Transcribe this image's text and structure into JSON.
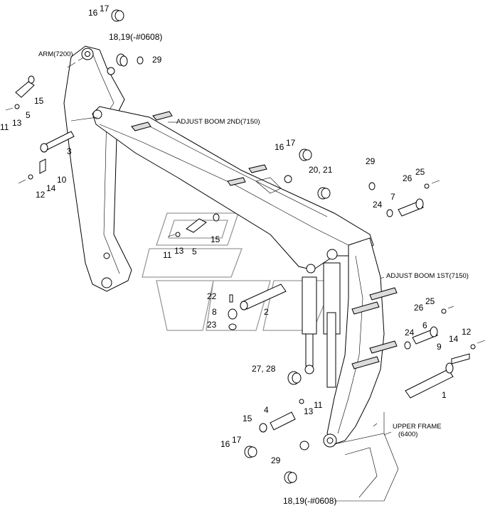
{
  "captions": {
    "arm": "ARM(7200)",
    "boom2": "ADJUST BOOM 2ND(7150)",
    "boom1": "ADJUST BOOM 1ST(7150)",
    "upper_frame_1": "UPPER FRAME",
    "upper_frame_2": "(6400)"
  },
  "callouts": [
    {
      "id": "c1",
      "text": "16"
    },
    {
      "id": "c2",
      "text": "17"
    },
    {
      "id": "c3",
      "text": "18,19(-#0608)"
    },
    {
      "id": "c4",
      "text": "29"
    },
    {
      "id": "c5",
      "text": "15"
    },
    {
      "id": "c6",
      "text": "5"
    },
    {
      "id": "c7",
      "text": "11"
    },
    {
      "id": "c8",
      "text": "13"
    },
    {
      "id": "c9",
      "text": "3"
    },
    {
      "id": "c10",
      "text": "10"
    },
    {
      "id": "c11",
      "text": "14"
    },
    {
      "id": "c12",
      "text": "12"
    },
    {
      "id": "c13",
      "text": "16"
    },
    {
      "id": "c14",
      "text": "17"
    },
    {
      "id": "c15",
      "text": "20, 21"
    },
    {
      "id": "c16",
      "text": "29"
    },
    {
      "id": "c17",
      "text": "26"
    },
    {
      "id": "c18",
      "text": "25"
    },
    {
      "id": "c19",
      "text": "7"
    },
    {
      "id": "c20",
      "text": "24"
    },
    {
      "id": "c21",
      "text": "15"
    },
    {
      "id": "c22",
      "text": "11"
    },
    {
      "id": "c23",
      "text": "13"
    },
    {
      "id": "c24",
      "text": "5"
    },
    {
      "id": "c25",
      "text": "22"
    },
    {
      "id": "c26",
      "text": "2"
    },
    {
      "id": "c27",
      "text": "8"
    },
    {
      "id": "c28",
      "text": "23"
    },
    {
      "id": "c29",
      "text": "25"
    },
    {
      "id": "c30",
      "text": "26"
    },
    {
      "id": "c31",
      "text": "6"
    },
    {
      "id": "c32",
      "text": "24"
    },
    {
      "id": "c33",
      "text": "12"
    },
    {
      "id": "c34",
      "text": "14"
    },
    {
      "id": "c35",
      "text": "9"
    },
    {
      "id": "c36",
      "text": "27, 28"
    },
    {
      "id": "c37",
      "text": "1"
    },
    {
      "id": "c38",
      "text": "4"
    },
    {
      "id": "c39",
      "text": "13"
    },
    {
      "id": "c40",
      "text": "11"
    },
    {
      "id": "c41",
      "text": "15"
    },
    {
      "id": "c42",
      "text": "16"
    },
    {
      "id": "c43",
      "text": "17"
    },
    {
      "id": "c44",
      "text": "29"
    },
    {
      "id": "c45",
      "text": "18,19(-#0608)"
    }
  ]
}
